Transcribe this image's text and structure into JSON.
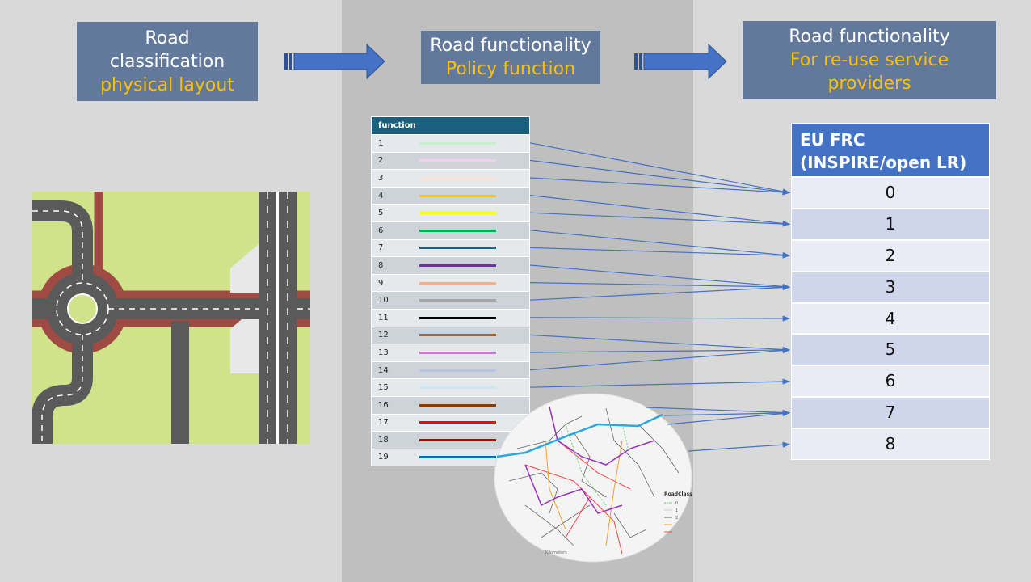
{
  "stages": [
    {
      "line1": "Road",
      "line2": "classification",
      "highlight": "physical layout"
    },
    {
      "line1": "Road functionality",
      "highlight": "Policy function"
    },
    {
      "line1": "Road functionality",
      "highlight1": "For re-use service",
      "highlight2": "providers"
    }
  ],
  "function_table": {
    "header": "function",
    "rows": [
      {
        "id": "1",
        "color": "#c6efce"
      },
      {
        "id": "2",
        "color": "#f4d0ee"
      },
      {
        "id": "3",
        "color": "#fbe2d5"
      },
      {
        "id": "4",
        "color": "#ffc000"
      },
      {
        "id": "5",
        "color": "#ffff00"
      },
      {
        "id": "6",
        "color": "#00b050"
      },
      {
        "id": "7",
        "color": "#1f5f7f"
      },
      {
        "id": "8",
        "color": "#7030a0"
      },
      {
        "id": "9",
        "color": "#f4b183"
      },
      {
        "id": "10",
        "color": "#a6a6a6"
      },
      {
        "id": "11",
        "color": "#000000"
      },
      {
        "id": "12",
        "color": "#c55a11"
      },
      {
        "id": "13",
        "color": "#da70d6"
      },
      {
        "id": "14",
        "color": "#b4c7e7"
      },
      {
        "id": "15",
        "color": "#c9e8f5"
      },
      {
        "id": "16",
        "color": "#843c0c"
      },
      {
        "id": "17",
        "color": "#ff0000"
      },
      {
        "id": "18",
        "color": "#c00000"
      },
      {
        "id": "19",
        "color": "#0070c0"
      }
    ]
  },
  "frc_table": {
    "header_line1": "EU FRC",
    "header_line2": "(INSPIRE/open LR)",
    "rows": [
      "0",
      "1",
      "2",
      "3",
      "4",
      "5",
      "6",
      "7",
      "8"
    ]
  },
  "mapping": [
    [
      1,
      0
    ],
    [
      2,
      0
    ],
    [
      3,
      0
    ],
    [
      4,
      1
    ],
    [
      5,
      1
    ],
    [
      6,
      2
    ],
    [
      7,
      2
    ],
    [
      8,
      3
    ],
    [
      9,
      3
    ],
    [
      10,
      3
    ],
    [
      11,
      4
    ],
    [
      12,
      5
    ],
    [
      13,
      5
    ],
    [
      14,
      5
    ],
    [
      15,
      6
    ],
    [
      16,
      7
    ],
    [
      17,
      7
    ],
    [
      18,
      7
    ],
    [
      19,
      8
    ]
  ],
  "map_legend": {
    "title": "RoadClass",
    "items": [
      "0",
      "1",
      "2"
    ],
    "scale": "Kilometers"
  },
  "colors": {
    "arrow": "#4472c4",
    "stage_box": "#62799b",
    "highlight": "#ffc000"
  }
}
